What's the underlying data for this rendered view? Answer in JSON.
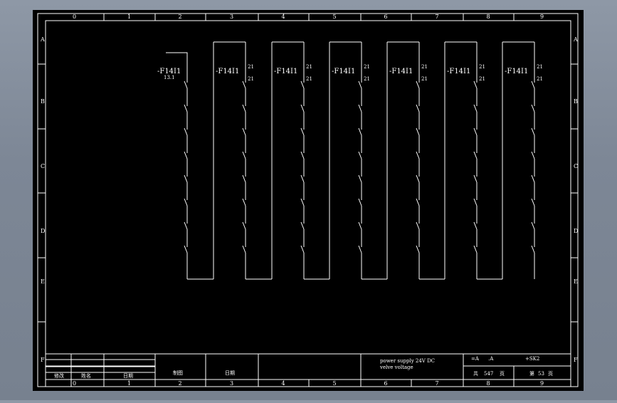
{
  "drawing": {
    "frame": {
      "col_labels": [
        "0",
        "1",
        "2",
        "3",
        "4",
        "5",
        "6",
        "7",
        "8",
        "9"
      ],
      "row_labels": [
        "A",
        "B",
        "C",
        "D",
        "E",
        "F"
      ]
    },
    "schematic": {
      "component_label": "-F14I1",
      "first_ref": "13.1",
      "terminal_label": "21"
    },
    "title_block": {
      "header_labels": [
        "修改",
        "姓名",
        "日期"
      ],
      "drawn_label": "制图",
      "date_label": "日期",
      "desc_line1": "power supply 24V DC",
      "desc_line2": "velve voltage",
      "ref_a": "=A",
      "ref_b": ".A",
      "ref_c": "+SK2",
      "total_pages_prefix": "共",
      "total_pages": "547",
      "total_pages_suffix": "页",
      "page_prefix": "第",
      "page_number": "53",
      "page_suffix": "页"
    }
  }
}
